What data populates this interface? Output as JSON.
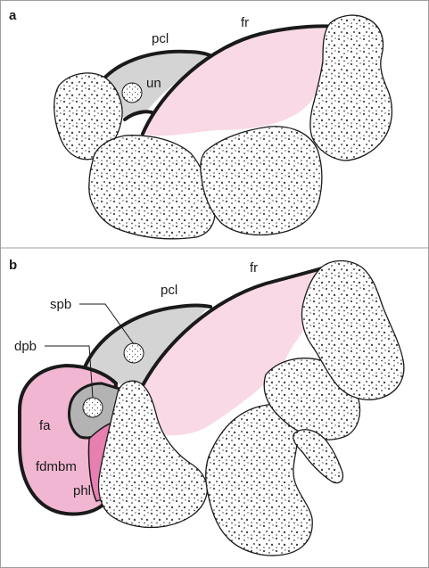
{
  "colors": {
    "fibrocartilage": "#f9d9e6",
    "nerve_sheath": "#d4d4d4",
    "nerve_sheath_dark": "#b3b3b3",
    "flexor_pink": "#f1b6d2",
    "flexor_deep": "#e77fb1",
    "outline": "#1a1a1a",
    "panel_border": "#9e9e9e"
  },
  "panel_a": {
    "letter": "a",
    "labels": {
      "pcl": "pcl",
      "fr": "fr",
      "un": "un"
    }
  },
  "panel_b": {
    "letter": "b",
    "labels": {
      "spb": "spb",
      "pcl": "pcl",
      "fr": "fr",
      "dpb": "dpb",
      "fa": "fa",
      "fdmbm": "fdmbm",
      "phl": "phl"
    }
  }
}
